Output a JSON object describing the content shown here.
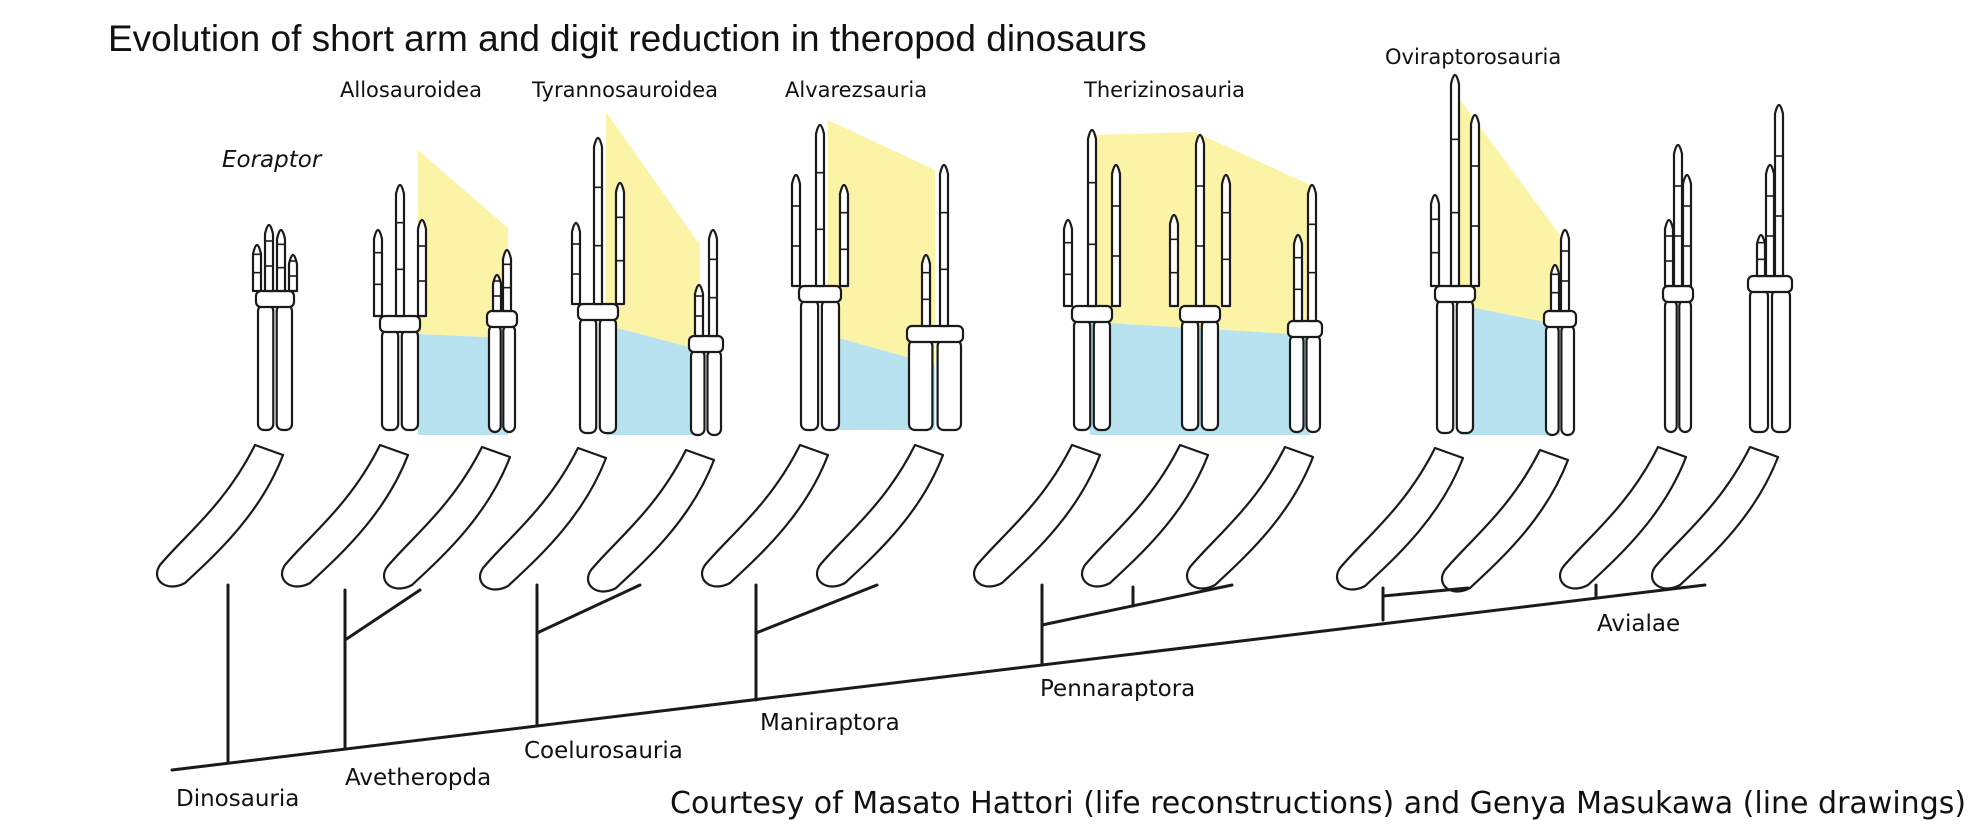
{
  "title": "Evolution of short arm and digit reduction in theropod dinosaurs",
  "taxa": {
    "eoraptor": "Eoraptor",
    "allosauroidea": "Allosauroidea",
    "tyrannosauroidea": "Tyrannosauroidea",
    "alvarezsauria": "Alvarezsauria",
    "therizinosauria": "Therizinosauria",
    "oviraptorosauria": "Oviraptorosauria"
  },
  "nodes": {
    "dinosauria": "Dinosauria",
    "avetheropda": "Avetheropda",
    "coelurosauria": "Coelurosauria",
    "maniraptora": "Maniraptora",
    "pennaraptora": "Pennaraptora",
    "avialae": "Avialae"
  },
  "credit": "Courtesy of Masato Hattori (life reconstructions) and Genya Masukawa (line drawings)",
  "colors": {
    "hand_highlight": "#fbf3a6",
    "forearm_highlight": "#b8e2f0",
    "line": "#1a1a1a"
  }
}
